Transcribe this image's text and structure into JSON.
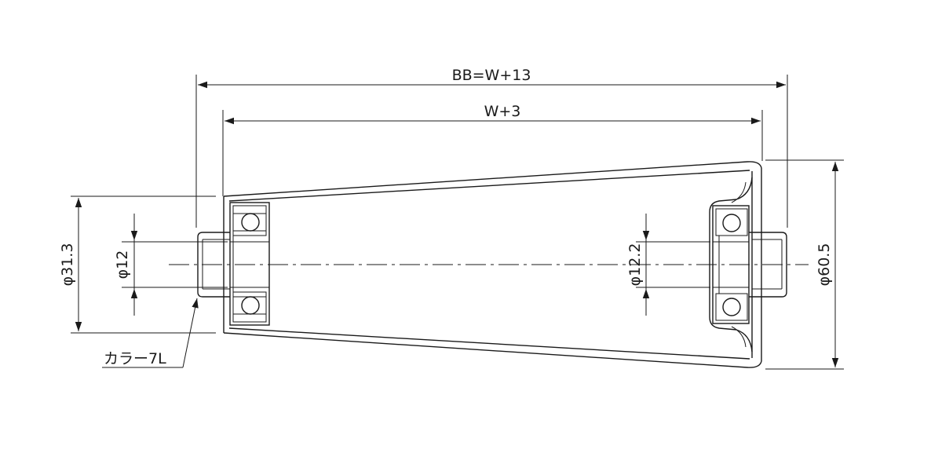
{
  "dimensions": {
    "overall_length": "BB=W+13",
    "tube_length": "W+3",
    "small_end_diameter": "φ31.3",
    "small_shaft_diameter": "φ12",
    "large_shaft_diameter": "φ12.2",
    "large_end_diameter": "φ60.5"
  },
  "callouts": {
    "collar": "カラー7L"
  }
}
